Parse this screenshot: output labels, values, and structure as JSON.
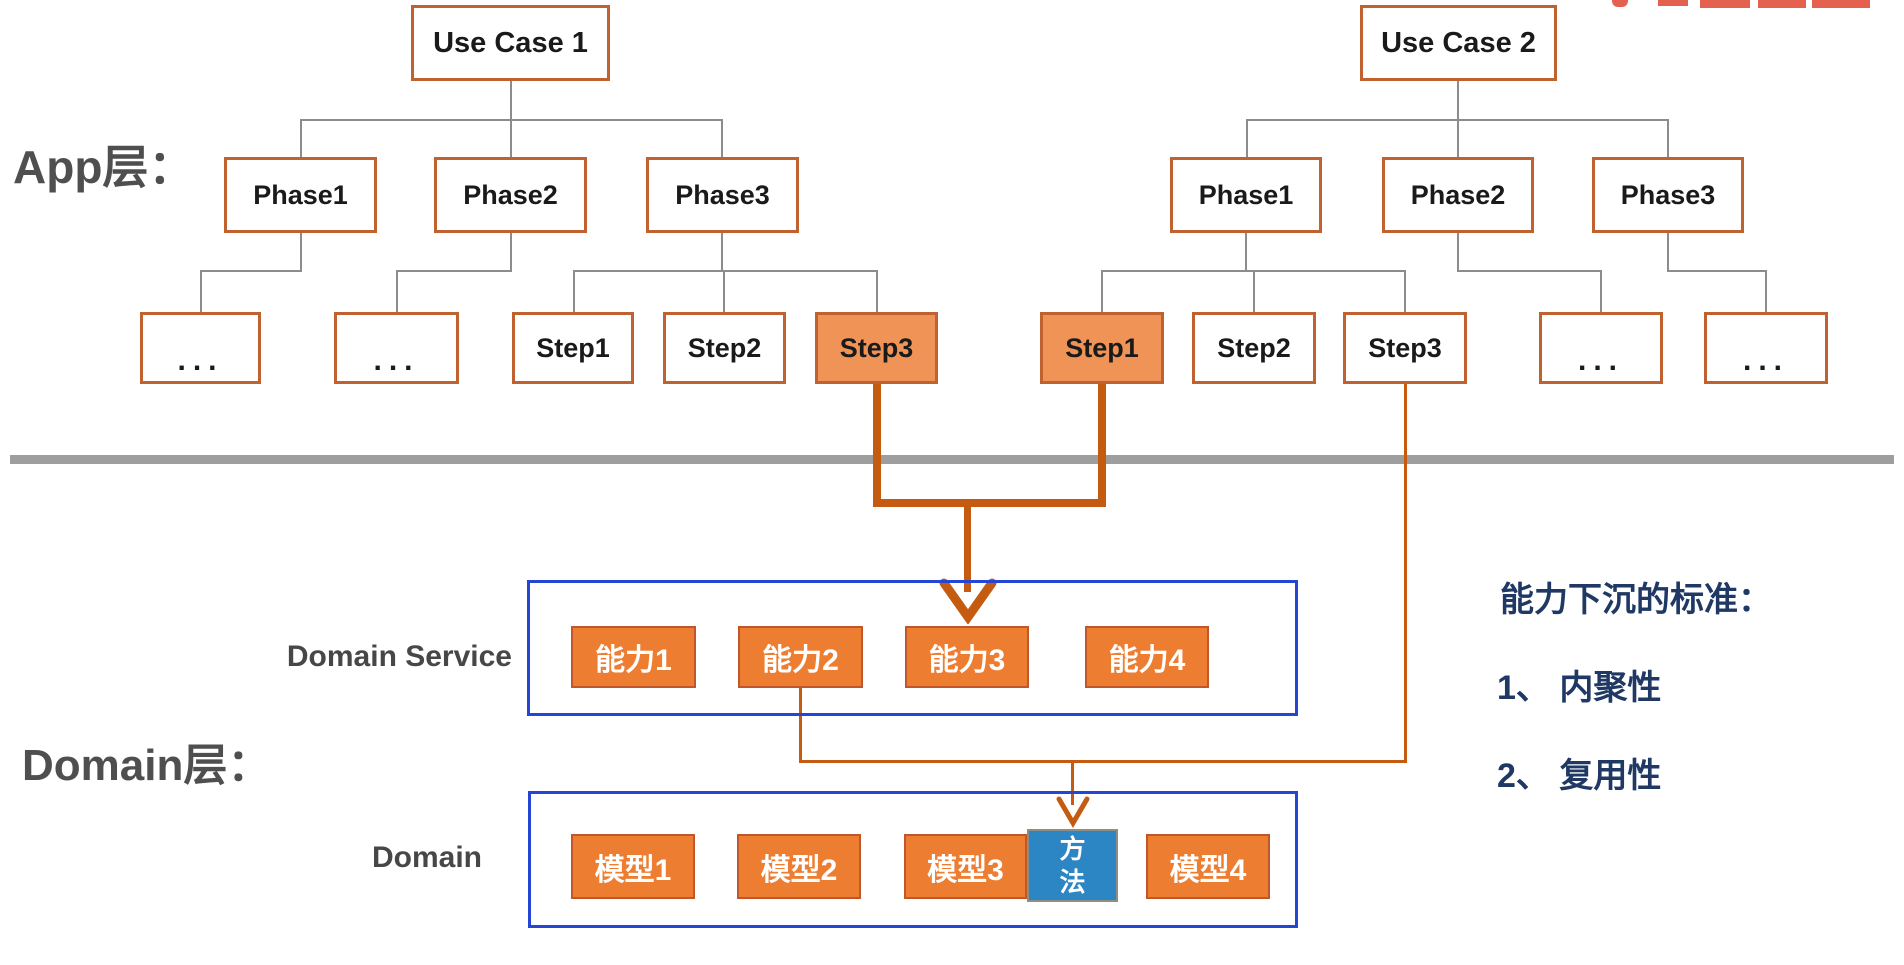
{
  "labels": {
    "app_layer": "App层：",
    "domain_layer": "Domain层：",
    "domain_service": "Domain Service",
    "domain": "Domain"
  },
  "tree1": {
    "root": "Use Case 1",
    "phase1": "Phase1",
    "phase2": "Phase2",
    "phase3": "Phase3",
    "dots1": "...",
    "dots2": "...",
    "step1": "Step1",
    "step2": "Step2",
    "step3": "Step3",
    "highlighted": "step3"
  },
  "tree2": {
    "root": "Use Case 2",
    "phase1": "Phase1",
    "phase2": "Phase2",
    "phase3": "Phase3",
    "step1": "Step1",
    "step2": "Step2",
    "step3": "Step3",
    "dots1": "...",
    "dots2": "...",
    "highlighted": "step1"
  },
  "domain_service": {
    "cap1": "能力1",
    "cap2": "能力2",
    "cap3": "能力3",
    "cap4": "能力4"
  },
  "domain": {
    "model1": "模型1",
    "model2": "模型2",
    "model3": "模型3",
    "method": "方法",
    "model4": "模型4"
  },
  "criteria": {
    "title": "能力下沉的标准：",
    "item1": "1、 内聚性",
    "item2": "2、 复用性"
  },
  "decorations": {
    "logo_remnant": "cropped-red-logo-top-right"
  },
  "colors": {
    "tree_box_border": "#C0622F",
    "highlight_fill": "#F09356",
    "item_fill": "#ED7D31",
    "item_border": "#C2562B",
    "method_fill": "#2C86C4",
    "container_border": "#2545D6",
    "connector_gray": "#8C8C8C",
    "divider_gray": "#9E9E9E",
    "connector_orange": "#C55A11",
    "criteria_text": "#1F3864",
    "label_gray": "#4F4F4F",
    "logo_red": "#E4614F"
  }
}
